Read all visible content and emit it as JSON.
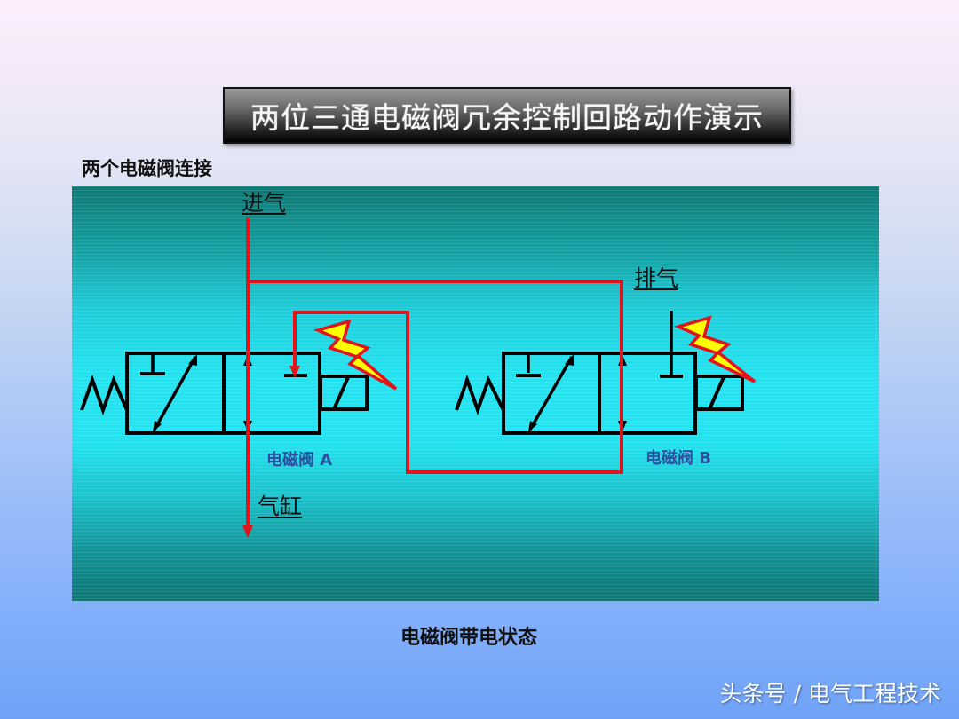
{
  "title": "两位三通电磁阀冗余控制回路动作演示",
  "subtitle": "两个电磁阀连接",
  "diagram": {
    "labels": {
      "inlet": "进气",
      "exhaust": "排气",
      "cylinder": "气缸",
      "valve_a": "电磁阀 A",
      "valve_b": "电磁阀 B"
    },
    "colors": {
      "flow_line": "#e0141a",
      "symbol_line": "#000000",
      "lightning_fill": "#ffff00",
      "lightning_stroke": "#e0141a",
      "valve_label": "#2d4f9e"
    },
    "icons": [
      "spring-icon",
      "lightning-icon",
      "solenoid-coil-icon",
      "arrow-icon"
    ]
  },
  "caption": "电磁阀带电状态",
  "watermark": "头条号 / 电气工程技术"
}
